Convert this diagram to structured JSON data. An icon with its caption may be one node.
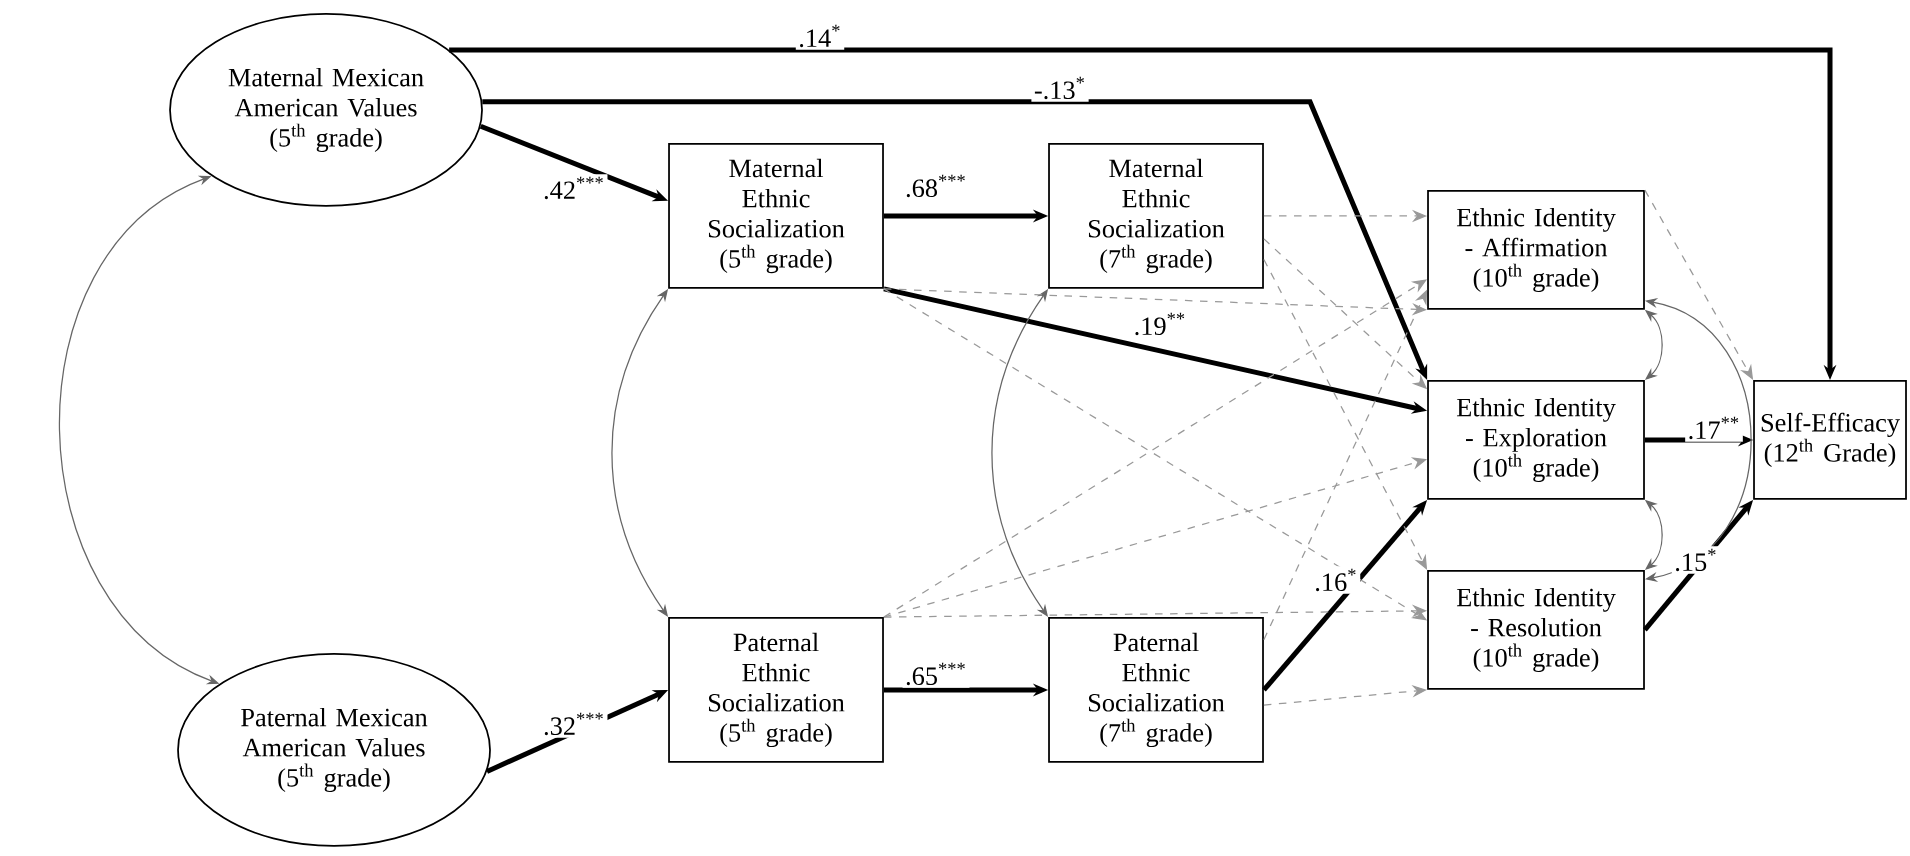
{
  "diagram": {
    "nodes": [
      {
        "text": [
          "Maternal Mexican American Values (5$^{th}$ grade)"
        ]
      },
      {
        "text": [
          "Maternal Ethnic Socialization (5$^{th}$ grade)"
        ]
      },
      {
        "text": [
          "Maternal Ethnic Socialization (7$^{th}$ grade)"
        ]
      },
      {
        "text": [
          "Ethnic Identity - Affirmation (10$^{th}$ grade)"
        ]
      },
      {
        "text": [
          "Ethnic Identity - Exploration (10$^{th}$ grade)"
        ]
      },
      {
        "text": [
          "Self-Efficacy (12$^{th}$ Grade)"
        ]
      },
      {
        "text": [
          "Ethnic Identity - Resolution (10$^{th}$ grade)"
        ]
      },
      {
        "text": [
          "Paternal Mexican American Values (5$^{th}$ grade)"
        ]
      },
      {
        "text": [
          "Paternal Ethnic Socialization (5$^{th}$ grade)"
        ]
      },
      {
        "text": [
          "Paternal Ethnic Socialization (7$^{th}$ grade)"
        ]
      }
    ],
    "edges": [
      {
        "from": 0,
        "to": 5,
        "arrow": "to",
        "label": ".14$^{*}$",
        "style": "thick",
        "color": "#000000"
      },
      {
        "from": 0,
        "to": 4,
        "arrow": "to",
        "label": "-.13$^{*}$",
        "style": "thick",
        "color": "#000000"
      },
      {
        "from": 0,
        "to": 1,
        "arrow": "to",
        "label": ".42$^{***}$",
        "style": "thick",
        "color": "#000000"
      },
      {
        "from": 1,
        "to": 2,
        "arrow": "to",
        "label": ".68$^{***}$",
        "style": "thick",
        "color": "#000000"
      },
      {
        "from": 1,
        "to": 4,
        "arrow": "to",
        "label": ".19$^{**}$",
        "style": "thick",
        "color": "#000000"
      },
      {
        "from": 7,
        "to": 8,
        "arrow": "to",
        "label": ".32$^{***}$",
        "style": "thick",
        "color": "#000000"
      },
      {
        "from": 8,
        "to": 9,
        "arrow": "to",
        "label": ".65$^{***}$",
        "style": "thick",
        "color": "#000000"
      },
      {
        "from": 9,
        "to": 4,
        "arrow": "to",
        "label": ".16$^{*}$",
        "style": "thick",
        "color": "#000000"
      },
      {
        "from": 4,
        "to": 5,
        "arrow": "to",
        "label": ".17$^{**}$",
        "style": "thick",
        "color": "#000000"
      },
      {
        "from": 6,
        "to": 5,
        "arrow": "to",
        "label": ".15$^{*}$",
        "style": "thick",
        "color": "#000000"
      },
      {
        "from": 0,
        "to": 7,
        "arrow": "both",
        "color": "#666666"
      },
      {
        "from": 1,
        "to": 8,
        "arrow": "both",
        "color": "#666666"
      },
      {
        "from": 2,
        "to": 9,
        "arrow": "both",
        "color": "#666666"
      },
      {
        "from": 3,
        "to": 4,
        "arrow": "both",
        "color": "#666666"
      },
      {
        "from": 4,
        "to": 6,
        "arrow": "both",
        "color": "#666666"
      },
      {
        "from": 3,
        "to": 6,
        "arrow": "both",
        "color": "#666666"
      },
      {
        "from": 2,
        "to": 3,
        "arrow": "to",
        "style": "dashed",
        "color": "#999999"
      },
      {
        "from": 2,
        "to": 4,
        "arrow": "to",
        "style": "dashed",
        "color": "#999999"
      },
      {
        "from": 2,
        "to": 6,
        "arrow": "to",
        "style": "dashed",
        "color": "#999999"
      },
      {
        "from": 1,
        "to": 3,
        "arrow": "to",
        "style": "dashed",
        "color": "#999999"
      },
      {
        "from": 1,
        "to": 6,
        "arrow": "to",
        "style": "dashed",
        "color": "#999999"
      },
      {
        "from": 8,
        "to": 3,
        "arrow": "to",
        "style": "dashed",
        "color": "#999999"
      },
      {
        "from": 8,
        "to": 4,
        "arrow": "to",
        "style": "dashed",
        "color": "#999999"
      },
      {
        "from": 8,
        "to": 6,
        "arrow": "to",
        "style": "dashed",
        "color": "#999999"
      },
      {
        "from": 9,
        "to": 3,
        "arrow": "to",
        "style": "dashed",
        "color": "#999999"
      },
      {
        "from": 9,
        "to": 6,
        "arrow": "to",
        "style": "dashed",
        "color": "#999999"
      },
      {
        "from": 3,
        "to": 5,
        "arrow": "to",
        "style": "dashed",
        "color": "#999999"
      }
    ]
  }
}
